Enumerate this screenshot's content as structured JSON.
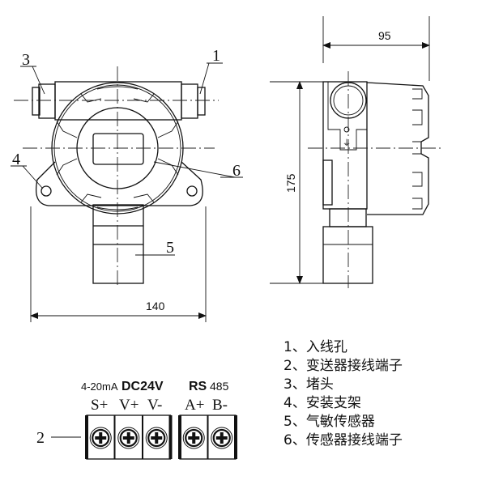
{
  "front_view": {
    "callouts": [
      "3",
      "1",
      "4",
      "6",
      "5"
    ],
    "width_dimension": "140"
  },
  "side_view": {
    "depth_dimension": "95",
    "height_dimension": "175"
  },
  "terminal_block": {
    "callout": "2",
    "group_labels": [
      "4-20mA",
      "DC24V",
      "RS",
      "485"
    ],
    "terminals": [
      "S+",
      "V+",
      "V-",
      "A+",
      "B-"
    ]
  },
  "legend": [
    {
      "num": "1、",
      "text": "入线孔"
    },
    {
      "num": "2、",
      "text": "变送器接线端子"
    },
    {
      "num": "3、",
      "text": "堵头"
    },
    {
      "num": "4、",
      "text": "安装支架"
    },
    {
      "num": "5、",
      "text": "气敏传感器"
    },
    {
      "num": "6、",
      "text": "传感器接线端子"
    }
  ]
}
